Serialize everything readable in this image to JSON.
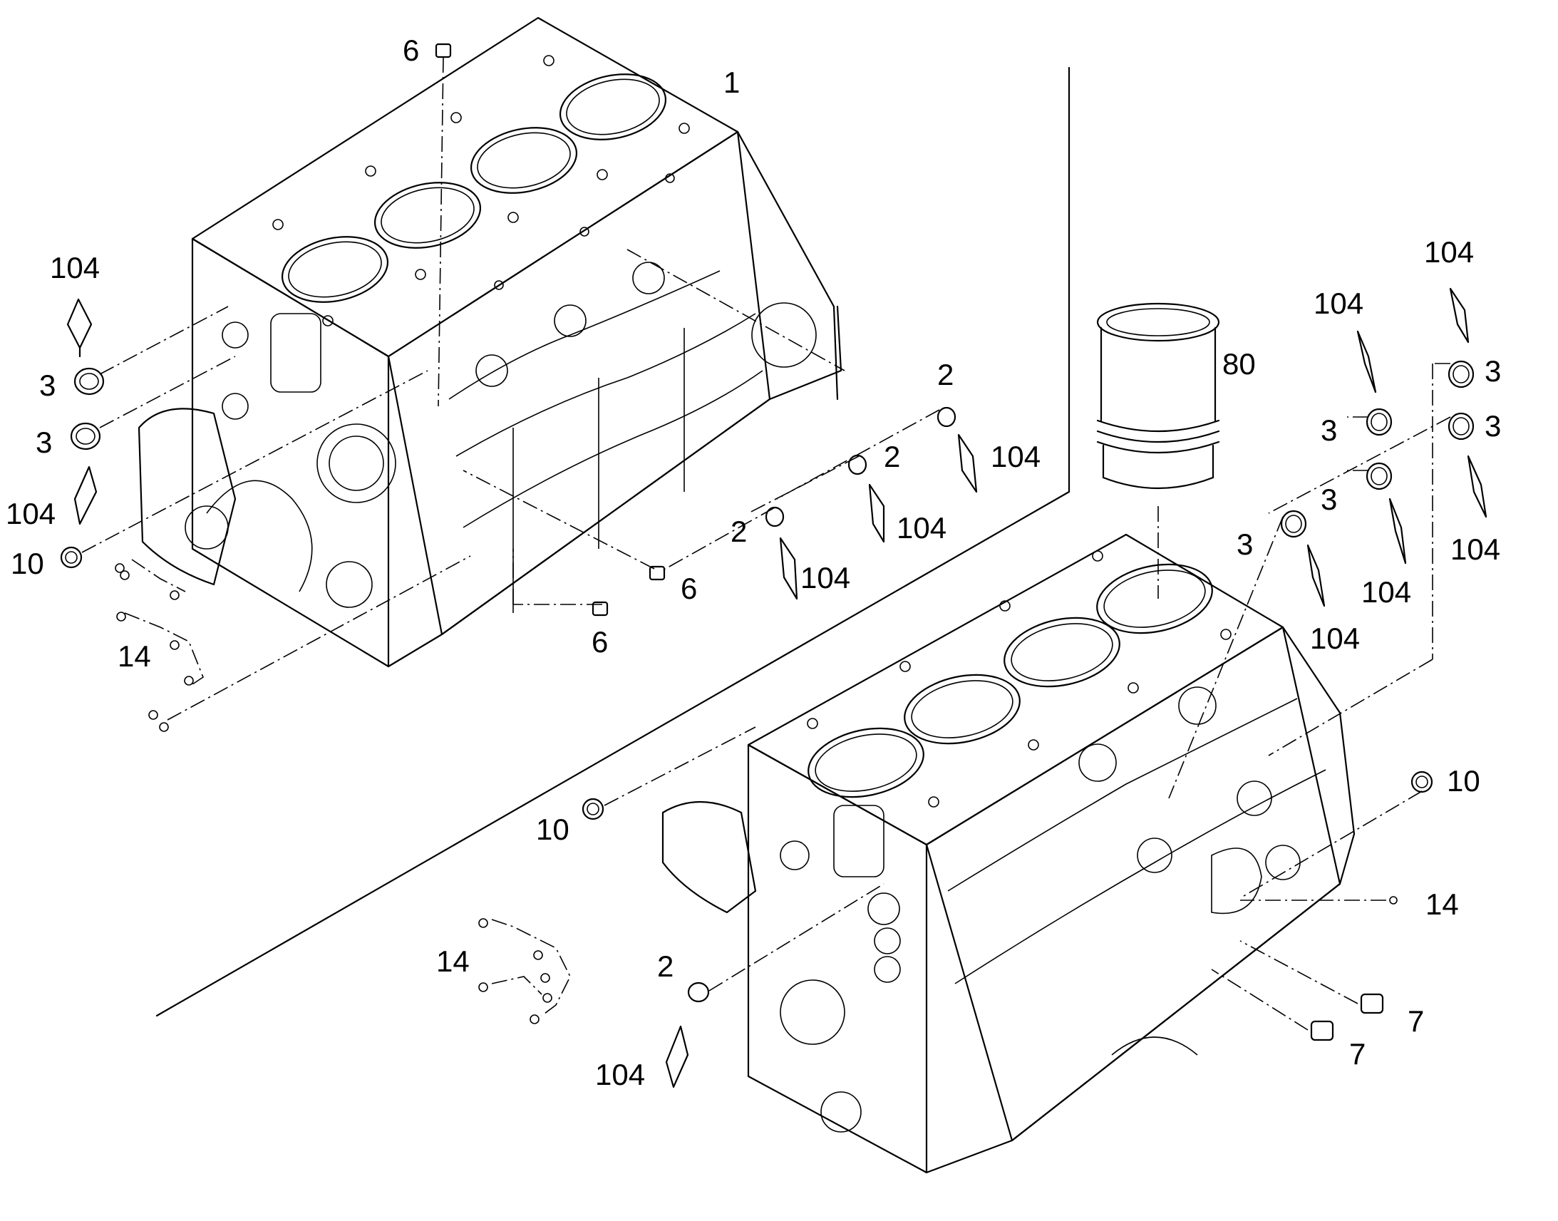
{
  "callouts": [
    {
      "id": "c1",
      "text": "1"
    },
    {
      "id": "c6a",
      "text": "6"
    },
    {
      "id": "c6b",
      "text": "6"
    },
    {
      "id": "c6c",
      "text": "6"
    },
    {
      "id": "c104a",
      "text": "104"
    },
    {
      "id": "c3a",
      "text": "3"
    },
    {
      "id": "c3b",
      "text": "3"
    },
    {
      "id": "c104b",
      "text": "104"
    },
    {
      "id": "c10a",
      "text": "10"
    },
    {
      "id": "c14a",
      "text": "14"
    },
    {
      "id": "c2a",
      "text": "2"
    },
    {
      "id": "c104c",
      "text": "104"
    },
    {
      "id": "c2b",
      "text": "2"
    },
    {
      "id": "c104d",
      "text": "104"
    },
    {
      "id": "c2c",
      "text": "2"
    },
    {
      "id": "c104e",
      "text": "104"
    },
    {
      "id": "c80",
      "text": "80"
    },
    {
      "id": "c104f",
      "text": "104"
    },
    {
      "id": "c104g",
      "text": "104"
    },
    {
      "id": "c3c",
      "text": "3"
    },
    {
      "id": "c3d",
      "text": "3"
    },
    {
      "id": "c3e",
      "text": "3"
    },
    {
      "id": "c3f",
      "text": "3"
    },
    {
      "id": "c3g",
      "text": "3"
    },
    {
      "id": "c104h",
      "text": "104"
    },
    {
      "id": "c104i",
      "text": "104"
    },
    {
      "id": "c104j",
      "text": "104"
    },
    {
      "id": "c10b",
      "text": "10"
    },
    {
      "id": "c10c",
      "text": "10"
    },
    {
      "id": "c14b",
      "text": "14"
    },
    {
      "id": "c14c",
      "text": "14"
    },
    {
      "id": "c2d",
      "text": "2"
    },
    {
      "id": "c7a",
      "text": "7"
    },
    {
      "id": "c7b",
      "text": "7"
    },
    {
      "id": "c104k",
      "text": "104"
    }
  ]
}
